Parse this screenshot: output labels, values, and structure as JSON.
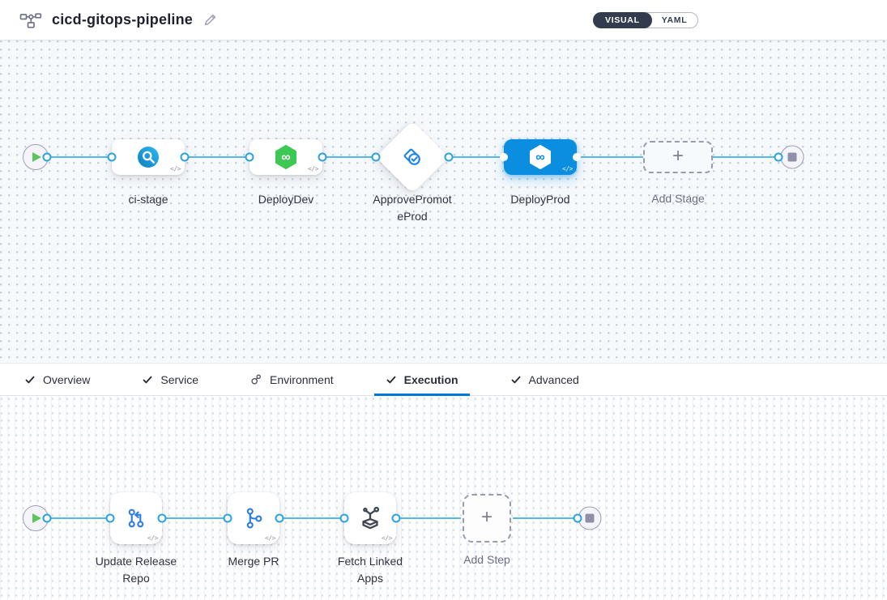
{
  "header": {
    "title": "cicd-gitops-pipeline",
    "view_toggle": {
      "visual_label": "VISUAL",
      "yaml_label": "YAML",
      "selected": "VISUAL"
    }
  },
  "colors": {
    "accent_blue": "#0278d5",
    "selected_stage_blue": "#0b8de0",
    "connector_blue": "#56b8e9",
    "cd_green": "#3dc853",
    "canvas_top_bg": "#f5f9fc",
    "canvas_bottom_bg": "#fefefe"
  },
  "stages": {
    "items": [
      {
        "label": "ci-stage",
        "icon": "ci-build-icon",
        "type": "ci",
        "selected": false
      },
      {
        "label": "DeployDev",
        "icon": "cd-hexagon-infinity-icon",
        "type": "deployment",
        "selected": false
      },
      {
        "label": "ApprovePromoteProd",
        "icon": "approval-check-icon",
        "type": "approval",
        "selected": false
      },
      {
        "label": "DeployProd",
        "icon": "cd-hexagon-infinity-icon",
        "type": "deployment",
        "selected": true
      },
      {
        "label": "Add Stage",
        "icon": "plus-icon",
        "type": "add"
      }
    ]
  },
  "tabs": {
    "items": [
      {
        "label": "Overview",
        "icon": "check-icon",
        "active": false
      },
      {
        "label": "Service",
        "icon": "check-icon",
        "active": false
      },
      {
        "label": "Environment",
        "icon": "environment-icon",
        "active": false
      },
      {
        "label": "Execution",
        "icon": "check-icon",
        "active": true
      },
      {
        "label": "Advanced",
        "icon": "check-icon",
        "active": false
      }
    ]
  },
  "execution": {
    "steps": [
      {
        "label": "Update Release Repo",
        "icon": "git-update-icon"
      },
      {
        "label": "Merge PR",
        "icon": "git-merge-icon"
      },
      {
        "label": "Fetch Linked Apps",
        "icon": "linked-apps-icon"
      },
      {
        "label": "Add Step",
        "icon": "plus-icon",
        "type": "add"
      }
    ]
  },
  "badges": {
    "code": "</>"
  }
}
